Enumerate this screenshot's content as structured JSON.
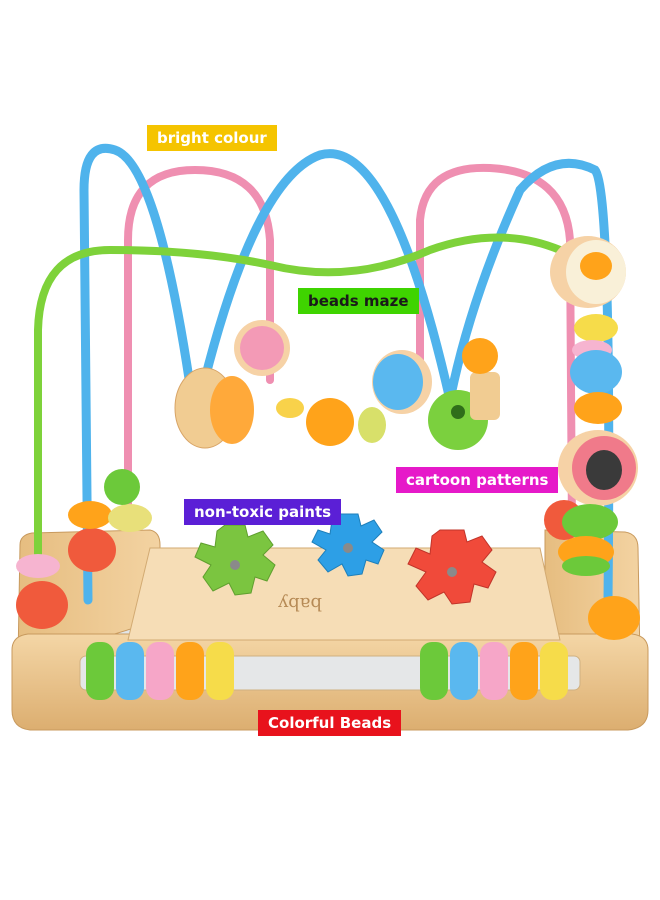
{
  "labels": {
    "bright_colour": "bright colour",
    "beads_maze": "beads maze",
    "cartoon_patterns": "cartoon patterns",
    "non_toxic_paints": "non-toxic paints",
    "colorful_beads": "Colorful Beads"
  },
  "brand_mark": "baby",
  "colors": {
    "bright_colour_tag": "#f5c400",
    "beads_maze_tag": "#3fd400",
    "cartoon_patterns_tag": "#e619c9",
    "non_toxic_paints_tag": "#5b1fd6",
    "colorful_beads_tag": "#e8121c",
    "wood": "#eecb94",
    "wire_blue": "#4fb3ec",
    "wire_pink": "#ef8fb1",
    "wire_green": "#7ed23a"
  }
}
